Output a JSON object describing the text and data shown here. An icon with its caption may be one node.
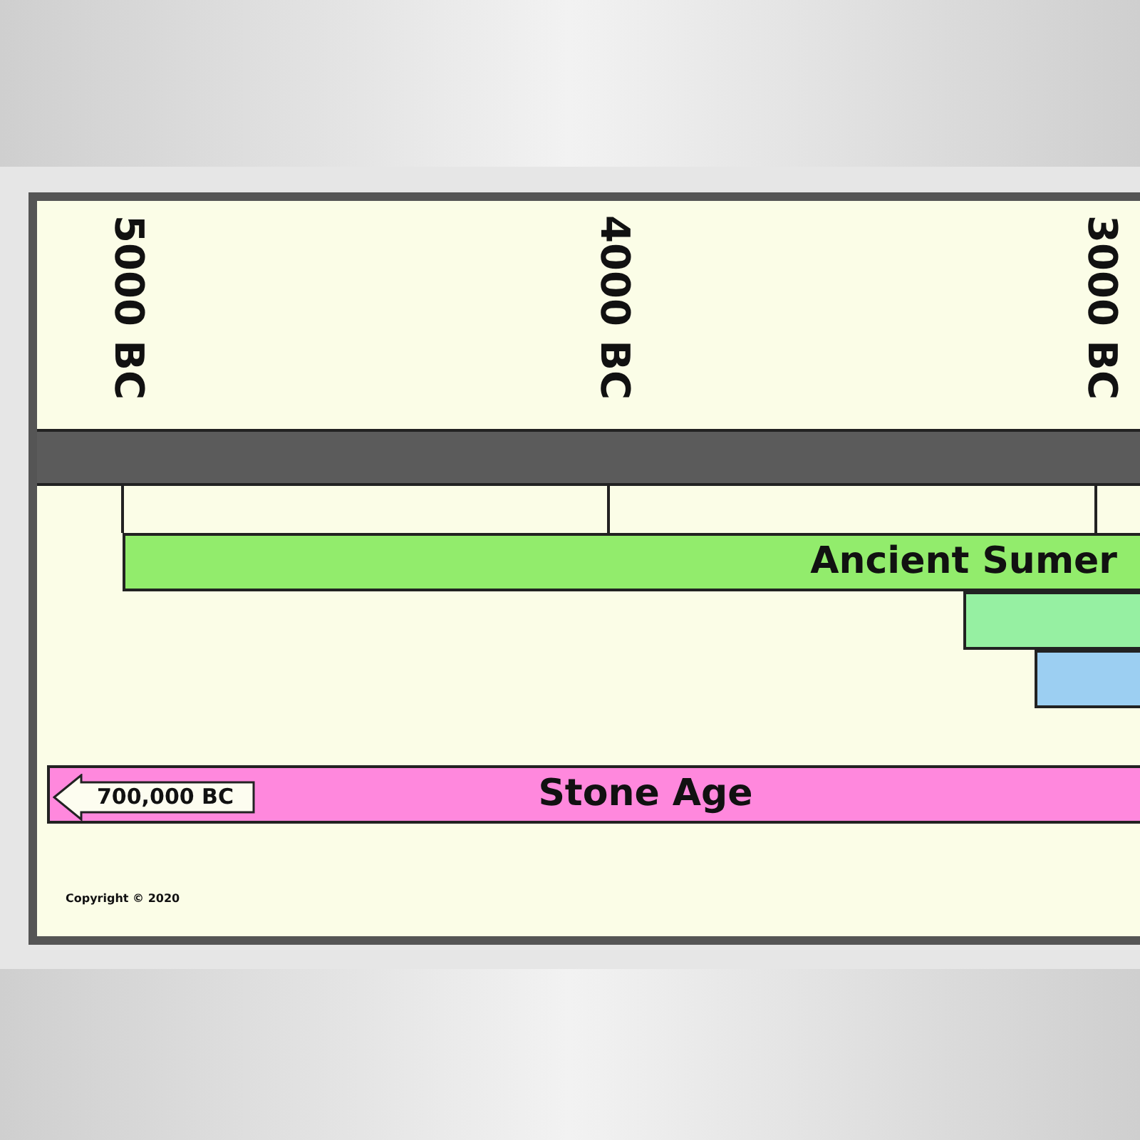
{
  "diagram": {
    "nodes": [
      {
        "text": [],
        "shape": "bar"
      },
      {
        "text": [
          "Ancient Sumer"
        ]
      },
      {
        "text": [],
        "shape": "bar"
      },
      {
        "text": [],
        "shape": "bar"
      },
      {
        "text": [
          "Stone Age"
        ]
      },
      {
        "text": [
          "700,000 BC"
        ],
        "in": 4
      }
    ],
    "labels": [
      "5000 BC",
      "4000 BC",
      "3000 BC",
      "Copyright © 2020"
    ]
  }
}
